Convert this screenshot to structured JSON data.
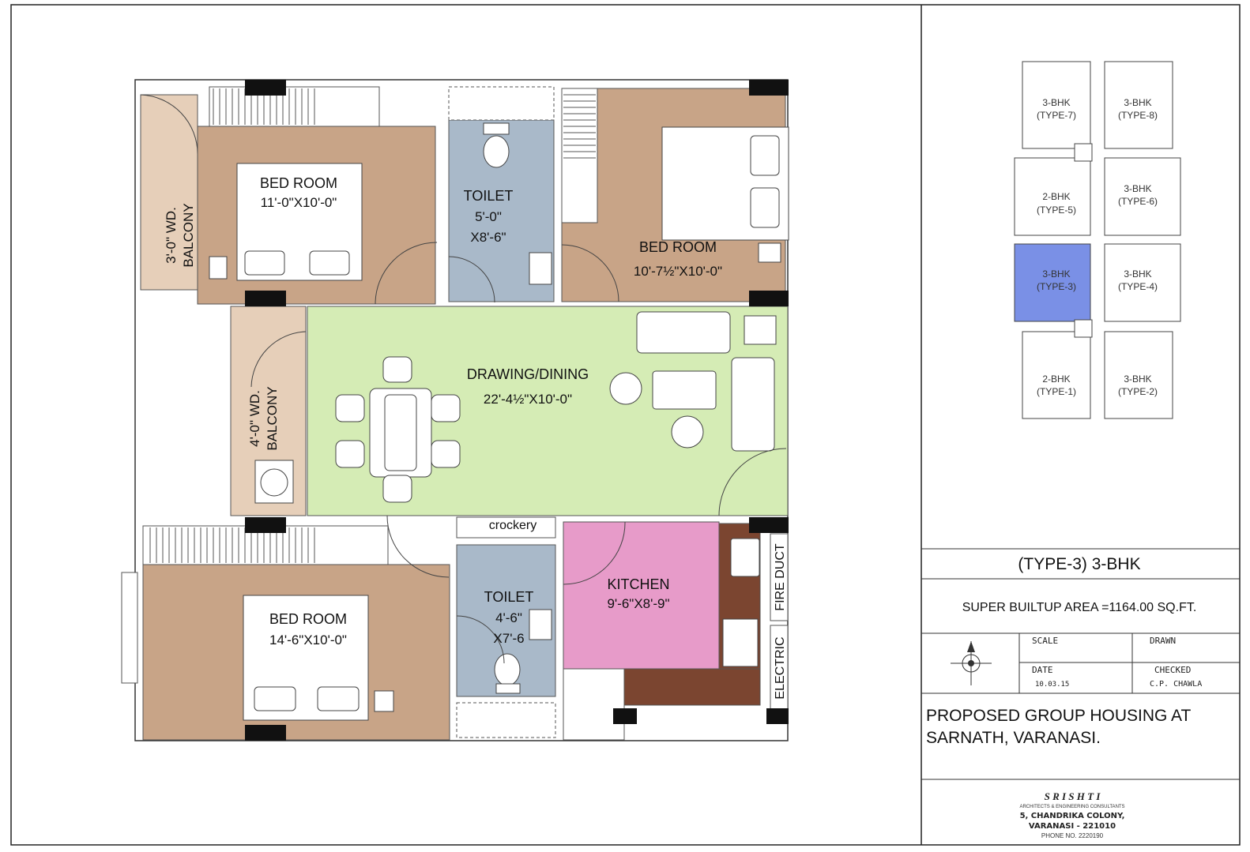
{
  "rooms": {
    "bed1": {
      "name": "BED ROOM",
      "size": "11'-0\"X10'-0\""
    },
    "bed2": {
      "name": "BED ROOM",
      "size": "10'-7½\"X10'-0\""
    },
    "bed3": {
      "name": "BED ROOM",
      "size": "14'-6\"X10'-0\""
    },
    "toilet1": {
      "name": "TOILET",
      "size_a": "5'-0\"",
      "size_b": "X8'-6\""
    },
    "toilet2": {
      "name": "TOILET",
      "size_a": "4'-6\"",
      "size_b": "X7'-6"
    },
    "drawing": {
      "name": "DRAWING/DINING",
      "size": "22'-4½\"X10'-0\""
    },
    "kitchen": {
      "name": "KITCHEN",
      "size": "9'-6\"X8'-9\""
    },
    "balcony1": {
      "line1": "3'-0\" WD.",
      "line2": "BALCONY"
    },
    "balcony2": {
      "line1": "4'-0\" WD.",
      "line2": "BALCONY"
    },
    "crockery": "crockery",
    "fire_duct": "FIRE DUCT",
    "electric": "ELECTRIC"
  },
  "key_plan": {
    "units": [
      {
        "line1": "3-BHK",
        "line2": "(TYPE-7)",
        "highlighted": false
      },
      {
        "line1": "3-BHK",
        "line2": "(TYPE-8)",
        "highlighted": false
      },
      {
        "line1": "2-BHK",
        "line2": "(TYPE-5)",
        "highlighted": false
      },
      {
        "line1": "3-BHK",
        "line2": "(TYPE-6)",
        "highlighted": false
      },
      {
        "line1": "3-BHK",
        "line2": "(TYPE-3)",
        "highlighted": true
      },
      {
        "line1": "3-BHK",
        "line2": "(TYPE-4)",
        "highlighted": false
      },
      {
        "line1": "2-BHK",
        "line2": "(TYPE-1)",
        "highlighted": false
      },
      {
        "line1": "3-BHK",
        "line2": "(TYPE-2)",
        "highlighted": false
      }
    ],
    "highlight_color": "#7a90e6"
  },
  "title_block": {
    "type_title": "(TYPE-3) 3-BHK",
    "area": "SUPER BUILTUP AREA =1164.00 SQ.FT.",
    "scale_label": "SCALE",
    "drawn_label": "DRAWN",
    "date_label": "DATE",
    "date_value": "10.03.15",
    "checked_label": "CHECKED",
    "checked_value": "C.P. CHAWLA",
    "project_line1": "PROPOSED GROUP HOUSING AT",
    "project_line2": "SARNATH, VARANASI.",
    "firm_name": "S R I S H T I",
    "firm_tagline": "ARCHITECTS & ENGINEERING CONSULTANTS",
    "firm_address1": "5, CHANDRIKA COLONY,",
    "firm_address2": "VARANASI - 221010",
    "firm_phone": "PHONE NO.   2220190"
  },
  "colors": {
    "bedroom": "#c8a487",
    "toilet": "#a9b9c9",
    "drawing": "#d5ecb5",
    "kitchen": "#e79bc9",
    "counter": "#7b4530",
    "balcony": "#e6cfb9"
  }
}
